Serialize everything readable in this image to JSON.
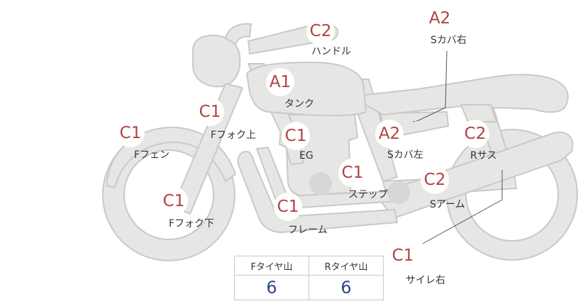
{
  "colors": {
    "body_fill": "#e6e6e4",
    "body_stroke": "#c9c9c7",
    "badge_text": "#b0433f",
    "value_text": "#2e4a86",
    "label_text": "#333333"
  },
  "parts": [
    {
      "id": "handle",
      "grade": "C2",
      "label": "ハンドル"
    },
    {
      "id": "s-cover-right",
      "grade": "A2",
      "label": "Sカバ右"
    },
    {
      "id": "tank",
      "grade": "A1",
      "label": "タンク"
    },
    {
      "id": "f-fork-upper",
      "grade": "C1",
      "label": "Fフォク上"
    },
    {
      "id": "f-fender",
      "grade": "C1",
      "label": "Fフェン"
    },
    {
      "id": "engine",
      "grade": "C1",
      "label": "EG"
    },
    {
      "id": "s-cover-left",
      "grade": "A2",
      "label": "Sカバ左"
    },
    {
      "id": "r-suspension",
      "grade": "C2",
      "label": "Rサス"
    },
    {
      "id": "step",
      "grade": "C1",
      "label": "ステップ"
    },
    {
      "id": "s-arm",
      "grade": "C2",
      "label": "Sアーム"
    },
    {
      "id": "f-fork-lower",
      "grade": "C1",
      "label": "Fフォク下"
    },
    {
      "id": "frame",
      "grade": "C1",
      "label": "フレーム"
    },
    {
      "id": "muffler-right",
      "grade": "C1",
      "label": "サイレ右"
    }
  ],
  "tread": {
    "front_header": "Fタイヤ山",
    "rear_header": "Rタイヤ山",
    "front_value": "6",
    "rear_value": "6"
  }
}
